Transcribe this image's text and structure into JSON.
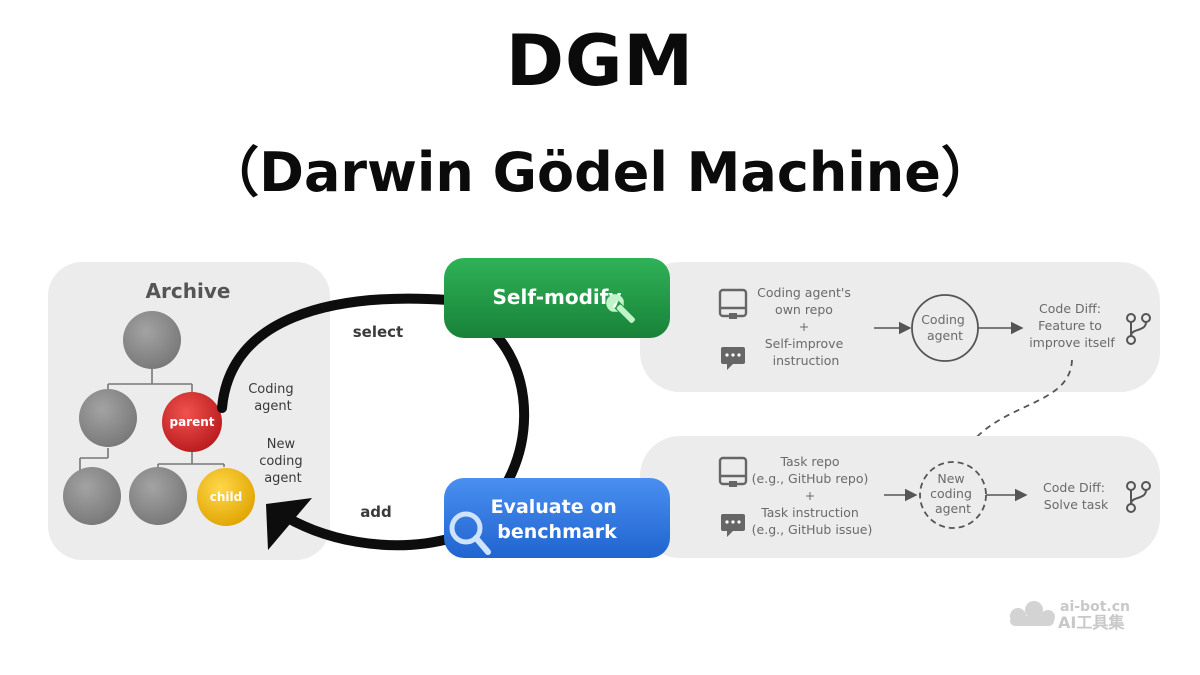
{
  "title": "DGM",
  "subtitle": "（Darwin Gödel Machine）",
  "archive": {
    "label": "Archive",
    "parent_label": "parent",
    "child_label": "child"
  },
  "loop": {
    "coding_agent_label": [
      "Coding",
      "agent"
    ],
    "new_coding_agent_label": [
      "New",
      "coding",
      "agent"
    ],
    "select_label": "select",
    "add_label": "add"
  },
  "self_modify": {
    "button_label": "Self-modify",
    "repo_text": [
      "Coding agent's",
      "own repo",
      "+",
      "Self-improve",
      "instruction"
    ],
    "agent_node": [
      "Coding",
      "agent"
    ],
    "diff_text": [
      "Code Diff:",
      "Feature to",
      "improve itself"
    ]
  },
  "evaluate": {
    "button_label": [
      "Evaluate on",
      "benchmark"
    ],
    "repo_text": [
      "Task repo",
      "(e.g., GitHub repo)",
      "+",
      "Task instruction",
      "(e.g., GitHub issue)"
    ],
    "agent_node": [
      "New",
      "coding",
      "agent"
    ],
    "diff_text": [
      "Code Diff:",
      "Solve task"
    ]
  },
  "watermark": {
    "line1": "ai-bot.cn",
    "line2": "AI工具集"
  },
  "colors": {
    "green": "#1f9a45",
    "blue": "#2f7ae5",
    "parent_red": "#d6262a",
    "child_yellow": "#f2b705",
    "gray_node": "#8a8a8a",
    "panel_bg": "#ececec"
  },
  "icons": [
    "wrench-icon",
    "magnifier-icon",
    "repo-icon",
    "chat-icon",
    "git-branch-icon"
  ]
}
